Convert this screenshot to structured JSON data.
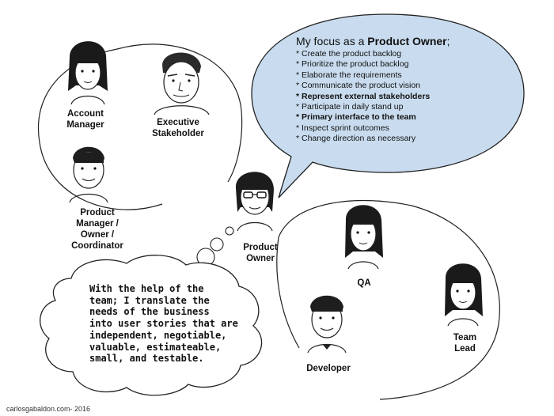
{
  "roles": {
    "account_manager": "Account Manager",
    "executive_stakeholder": "Executive Stakeholder",
    "product_manager": "Product Manager / Owner / Coordinator",
    "product_owner": "Product Owner",
    "qa": "QA",
    "developer": "Developer",
    "team_lead": "Team Lead"
  },
  "focus_bubble": {
    "heading_prefix": "My focus as a ",
    "heading_bold": "Product Owner",
    "heading_suffix": ";",
    "items": [
      {
        "text": "* Create the product backlog",
        "bold": false
      },
      {
        "text": "* Prioritize the product backlog",
        "bold": false
      },
      {
        "text": "* Elaborate the requirements",
        "bold": false
      },
      {
        "text": "* Communicate the product vision",
        "bold": false
      },
      {
        "text": "* Represent external stakeholders",
        "bold": true
      },
      {
        "text": "* Participate in daily stand up",
        "bold": false
      },
      {
        "text": "* Primary interface to the team",
        "bold": true
      },
      {
        "text": "* Inspect sprint outcomes",
        "bold": false
      },
      {
        "text": "* Change direction as necessary",
        "bold": false
      }
    ]
  },
  "thought_cloud": {
    "lines": [
      "With the help of the",
      "team; I translate the",
      "needs of the business",
      "into user stories that are",
      "independent, negotiable,",
      "valuable, estimateable,",
      "small, and testable."
    ]
  },
  "footer": {
    "credit": "carlosgabaldon.com- 2016"
  },
  "colors": {
    "bubble_fill": "#c9dcef",
    "stroke": "#222222"
  }
}
